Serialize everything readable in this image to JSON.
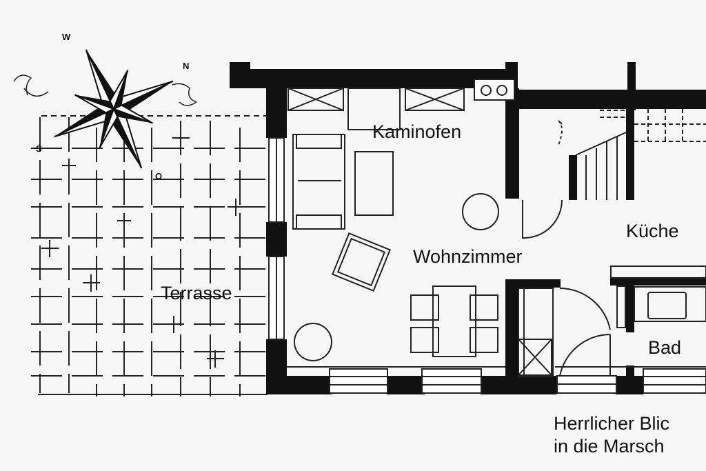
{
  "rooms": {
    "kaminofen": "Kaminofen",
    "wohnzimmer": "Wohnzimmer",
    "kueche": "Küche",
    "terrasse": "Terrasse",
    "bad": "Bad"
  },
  "caption": {
    "line1": "Herrlicher Blic",
    "line2": "in die Marsch"
  },
  "compass": {
    "north": "N",
    "east": "O",
    "south": "S",
    "west": "W"
  },
  "colors": {
    "wall": "#111111",
    "line": "#222222",
    "background": "#f7f7f7"
  }
}
